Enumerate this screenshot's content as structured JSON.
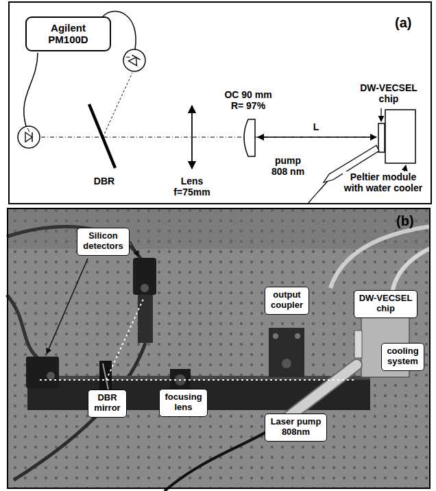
{
  "diagram": {
    "nodes": [
      {
        "text": [
          "(a)"
        ]
      },
      {
        "text": [
          "Agilent PM100D"
        ],
        "in": 0
      },
      {
        "text": [
          "(b)"
        ]
      },
      {
        "text": [
          "Silicon detectors"
        ],
        "in": 2
      },
      {
        "text": [
          "output coupler"
        ],
        "in": 2
      },
      {
        "text": [
          "DW-VECSEL chip"
        ],
        "in": 2
      },
      {
        "text": [
          "cooling system"
        ],
        "in": 2
      },
      {
        "text": [
          "DBR mirror"
        ],
        "in": 2
      },
      {
        "text": [
          "focusing lens"
        ],
        "in": 2
      },
      {
        "text": [
          "Laser pump 808nm"
        ],
        "in": 2
      }
    ],
    "labels": [
      "DBR",
      "Lens f=75mm",
      "OC 90 mm R= 97%",
      "L",
      "DW-VECSEL chip",
      "pump 808 nm",
      "Peltier module with water cooler"
    ]
  }
}
